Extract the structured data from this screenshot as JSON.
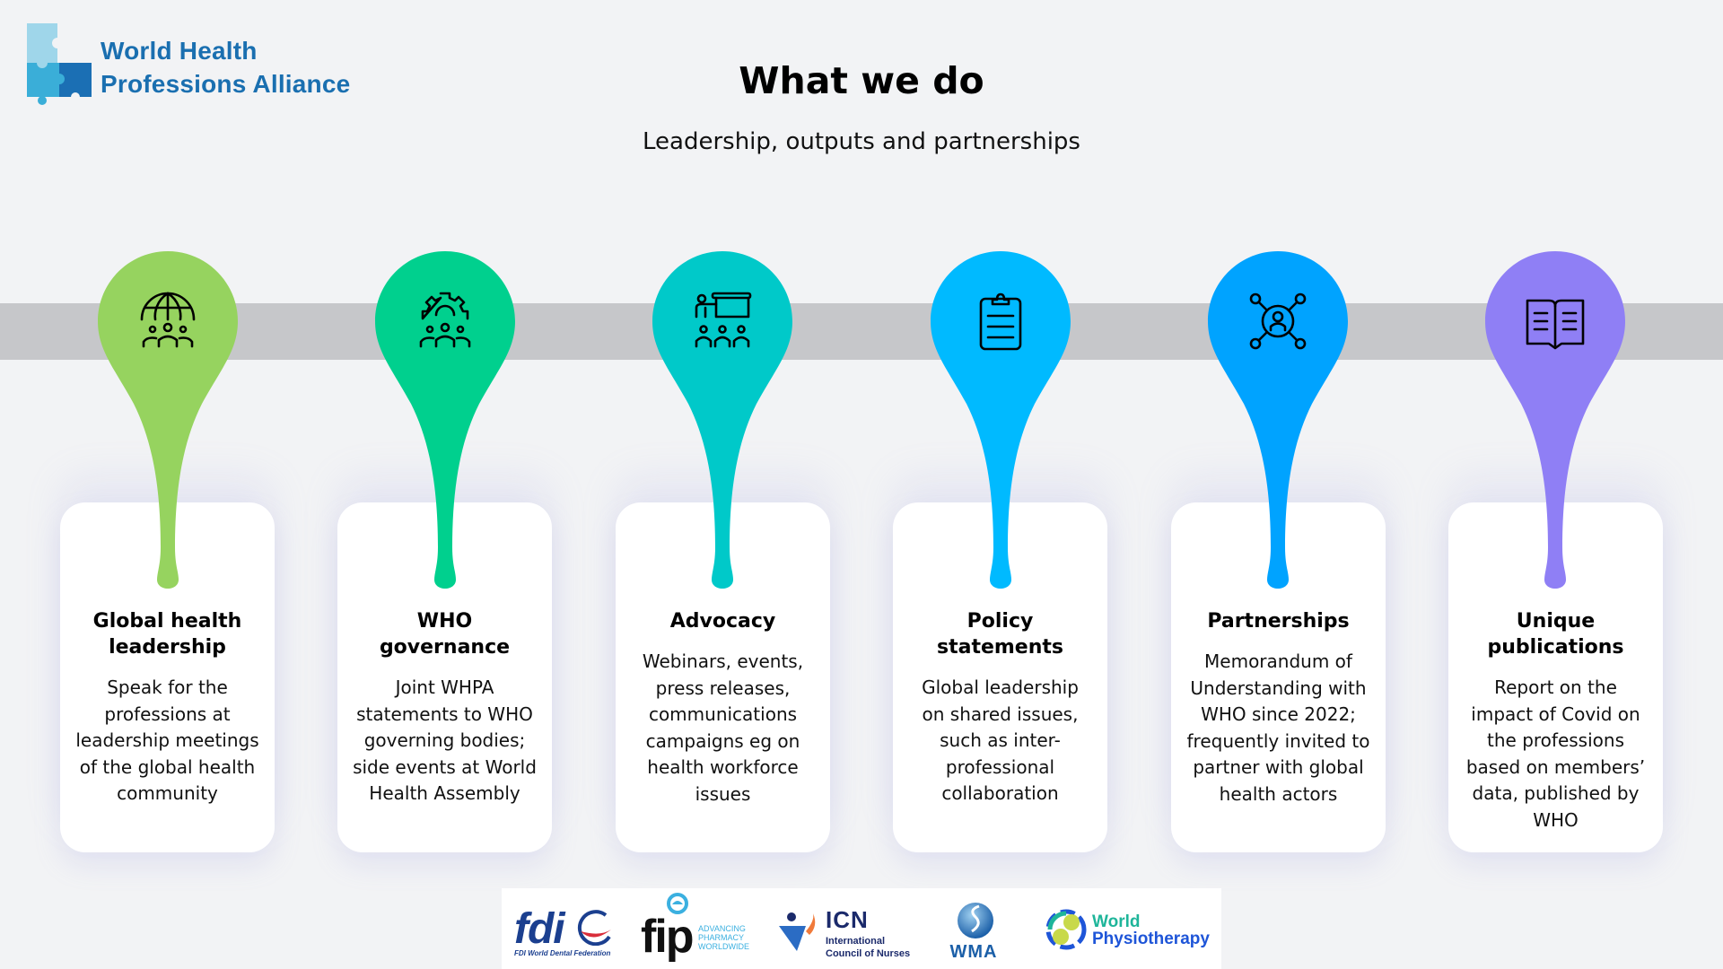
{
  "header": {
    "logo_line1": "World Health",
    "logo_line2": "Professions Alliance",
    "title": "What we do",
    "subtitle": "Leadership, outputs and partnerships"
  },
  "colors": {
    "background": "#f2f3f5",
    "band": "#c6c7ca",
    "logo_text": "#1a6fb0",
    "pins": [
      "#96d35f",
      "#00d08e",
      "#00c9c9",
      "#00baff",
      "#00a3ff",
      "#8f7ff5"
    ]
  },
  "pillars": [
    {
      "icon": "globe-people-icon",
      "title_line1": "Global health",
      "title_line2": "leadership",
      "body": [
        "Speak for the",
        "professions at",
        "leadership meetings",
        "of the global health",
        "community"
      ]
    },
    {
      "icon": "gear-people-icon",
      "title_line1": "WHO",
      "title_line2": "governance",
      "body": [
        "Joint WHPA",
        "statements to WHO",
        "governing bodies;",
        "side events at World",
        "Health Assembly"
      ]
    },
    {
      "icon": "presentation-audience-icon",
      "title_line1": "Advocacy",
      "title_line2": "",
      "body": [
        "Webinars, events,",
        "press releases,",
        "communications",
        "campaigns eg on",
        "health workforce",
        "issues"
      ]
    },
    {
      "icon": "clipboard-icon",
      "title_line1": "Policy",
      "title_line2": "statements",
      "body": [
        "Global leadership",
        "on shared issues,",
        "such as inter-",
        "professional",
        "collaboration"
      ]
    },
    {
      "icon": "network-person-icon",
      "title_line1": "Partnerships",
      "title_line2": "",
      "body": [
        "Memorandum of",
        "Understanding with",
        "WHO since 2022;",
        "frequently invited to",
        "partner with global",
        "health actors"
      ]
    },
    {
      "icon": "open-book-icon",
      "title_line1": "Unique",
      "title_line2": "publications",
      "body": [
        "Report on the",
        "impact of Covid on",
        "the professions",
        "based on members’",
        "data, published by",
        "WHO"
      ]
    }
  ],
  "member_logos": {
    "fdi": {
      "word": "fdi",
      "sub": "FDI World Dental Federation"
    },
    "fip": {
      "word": "fip",
      "sub1": "ADVANCING",
      "sub2": "PHARMACY",
      "sub3": "WORLDWIDE"
    },
    "icn": {
      "word": "ICN",
      "sub1": "International",
      "sub2": "Council of Nurses"
    },
    "wma": {
      "word": "WMA"
    },
    "wcpt": {
      "line1": "World",
      "line2": "Physiotherapy"
    }
  }
}
